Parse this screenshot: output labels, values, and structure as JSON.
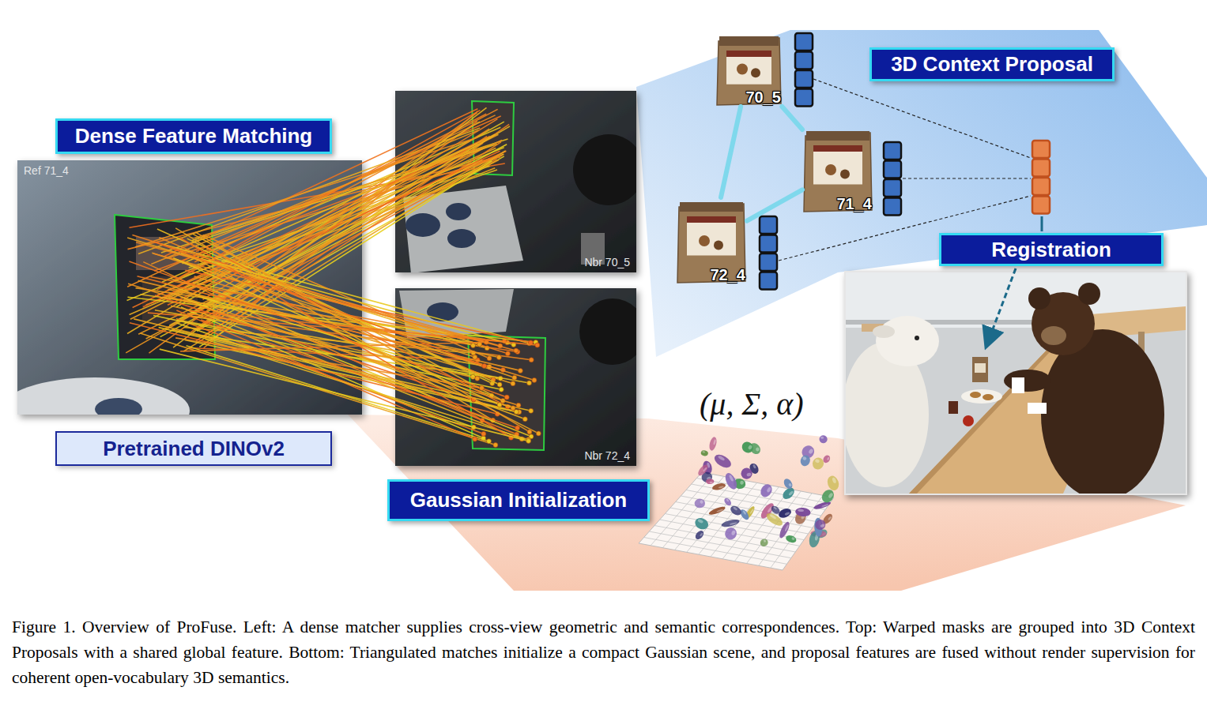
{
  "diagram": {
    "caption": "Figure 1. Overview of ProFuse. Left: A dense matcher supplies cross-view geometric and semantic correspondences. Top: Warped masks are grouped into 3D Context Proposals with a shared global feature. Bottom: Triangulated matches initialize a compact Gaussian scene, and proposal features are fused without render supervision for coherent open-vocabulary 3D semantics.",
    "nodes": [
      {
        "text": [
          "Dense Feature Matching"
        ]
      },
      {
        "text": [
          "Ref 71_4"
        ]
      },
      {
        "text": [
          "Pretrained DINOv2"
        ]
      },
      {
        "text": [
          "Nbr 70_5"
        ]
      },
      {
        "text": [
          "Nbr 72_4"
        ]
      },
      {
        "text": [
          "Gaussian Initialization"
        ]
      },
      {
        "text": [
          "3D Context Proposal"
        ]
      },
      {
        "text": [
          "70_5"
        ]
      },
      {
        "text": [
          "71_4"
        ]
      },
      {
        "text": [
          "72_4"
        ]
      },
      {
        "text": [
          "Registration"
        ]
      }
    ],
    "edges": [
      {
        "from": 7,
        "to": 8,
        "arrow": "none"
      },
      {
        "from": 8,
        "to": 9,
        "arrow": "none"
      },
      {
        "from": 9,
        "to": 7,
        "arrow": "none"
      }
    ],
    "labels": [
      "(μ, Σ, α)"
    ]
  }
}
